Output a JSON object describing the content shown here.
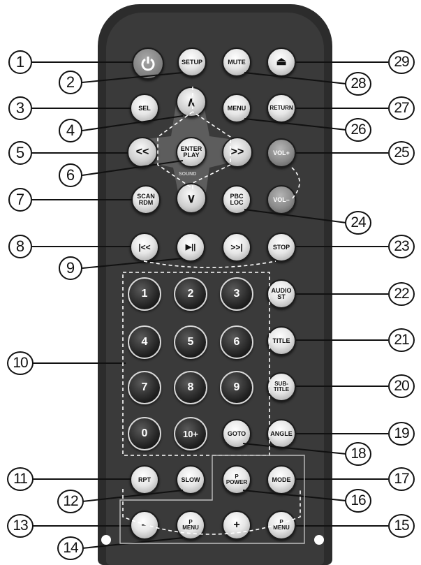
{
  "buttons": {
    "power": "",
    "setup": "SETUP",
    "mute": "MUTE",
    "eject": "⏏",
    "sel": "SEL",
    "up": "∧",
    "menu": "MENU",
    "return": "RETURN",
    "rewind": "<<",
    "enter_play": "ENTER\nPLAY",
    "forward": ">>",
    "vol_plus": "VOL+",
    "scan_rdm": "SCAN\nRDM",
    "down": "∨",
    "pbc_loc": "PBC\nLOC",
    "vol_minus": "VOL–",
    "prev": "|<<",
    "play_pause": "▶||",
    "next": ">>|",
    "stop": "STOP",
    "num_1": "1",
    "num_2": "2",
    "num_3": "3",
    "num_4": "4",
    "num_5": "5",
    "num_6": "6",
    "num_7": "7",
    "num_8": "8",
    "num_9": "9",
    "num_0": "0",
    "num_10_plus": "10+",
    "audio_st": "AUDIO\nST",
    "title": "TITLE",
    "subtitle": "SUB-\nTITLE",
    "goto": "GOTO",
    "angle": "ANGLE",
    "rpt": "RPT",
    "slow": "SLOW",
    "p_power": "P\nPOWER",
    "mode": "MODE",
    "minus": "–",
    "p_menu_left": "P\nMENU",
    "plus": "+",
    "p_menu_right": "P\nMENU"
  },
  "sound_label": "SOUND",
  "callouts": [
    "1",
    "2",
    "3",
    "4",
    "5",
    "6",
    "7",
    "8",
    "9",
    "10",
    "11",
    "12",
    "13",
    "14",
    "15",
    "16",
    "17",
    "18",
    "19",
    "20",
    "21",
    "22",
    "23",
    "24",
    "25",
    "26",
    "27",
    "28",
    "29"
  ],
  "colors": {
    "body": "#2c2c2c",
    "face": "#3a3a3a",
    "power_icon": "#ffffff"
  }
}
